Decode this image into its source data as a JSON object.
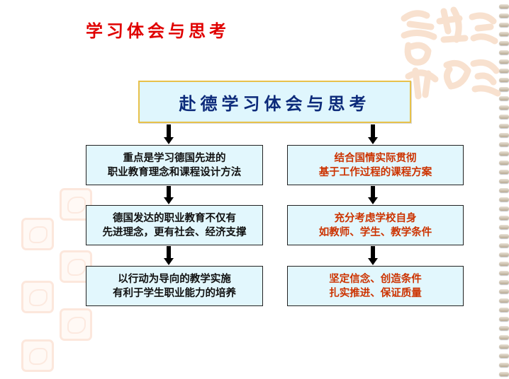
{
  "page_title": "学习体会与思考",
  "header": {
    "title": "赴德学习体会与思考"
  },
  "left_column": [
    {
      "lines": [
        "重点是学习德国先进的",
        "职业教育理念和课程设计方法"
      ]
    },
    {
      "lines": [
        "德国发达的职业教育不仅有",
        "先进理念，更有社会、经济支撑"
      ]
    },
    {
      "lines": [
        "以行动为导向的教学实施",
        "有利于学生职业能力的培养"
      ]
    }
  ],
  "right_column": [
    {
      "lines": [
        "结合国情实际贯彻",
        "基于工作过程的课程方案"
      ]
    },
    {
      "lines": [
        "充分考虑学校自身",
        "如教师、学生、教学条件"
      ]
    },
    {
      "lines": [
        "坚定信念、创造条件",
        "扎实推进、保证质量"
      ]
    }
  ],
  "colors": {
    "title": "#e00000",
    "header_text": "#0c2a7a",
    "header_border": "#e7c14a",
    "box_fill": "#e2f7fd",
    "left_text": "#111111",
    "right_text": "#cc3300",
    "arrow": "#000000"
  },
  "icons": {
    "decoration": "auspicious-seal-icon",
    "arrow": "arrow-down-icon"
  }
}
